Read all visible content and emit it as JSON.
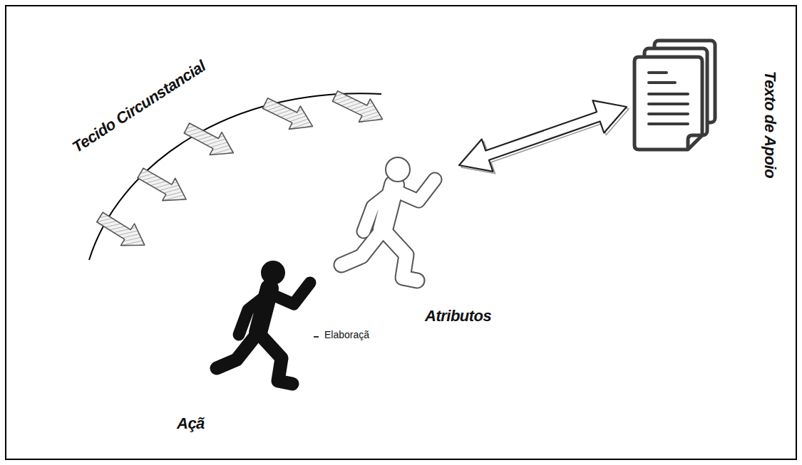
{
  "diagram": {
    "nodes": [
      {
        "text": [
          "Atributos"
        ]
      },
      {
        "text": [
          "Texto de Apoio"
        ]
      },
      {
        "text": [
          "Elaboraçã",
          "Açã"
        ]
      }
    ],
    "edges": [
      {
        "from": 0,
        "to": 1,
        "arrow": "both"
      }
    ],
    "labels": [
      "Tecido Circunstancial"
    ]
  }
}
